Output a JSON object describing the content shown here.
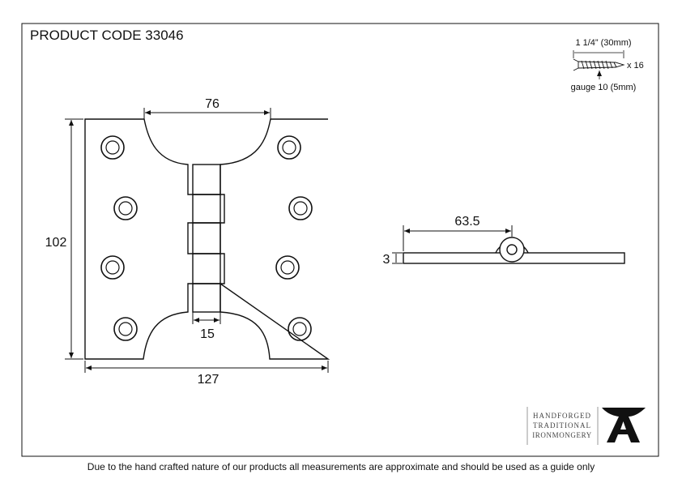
{
  "product_code": "PRODUCT CODE 33046",
  "front_view": {
    "width_label": "127",
    "height_label": "102",
    "cutout_width_label": "76",
    "knuckle_width_label": "15"
  },
  "side_view": {
    "length_label": "63.5",
    "thickness_label": "3"
  },
  "screw_spec": {
    "length_label": "1 1/4” (30mm)",
    "quantity_label": "x 16",
    "gauge_label": "gauge 10 (5mm)"
  },
  "logo": {
    "line1": "HANDFORGED",
    "line2": "TRADITIONAL",
    "line3": "IRONMONGERY"
  },
  "footer_note": "Due to the hand crafted nature of our products all measurements are approximate and should be used as a guide only"
}
